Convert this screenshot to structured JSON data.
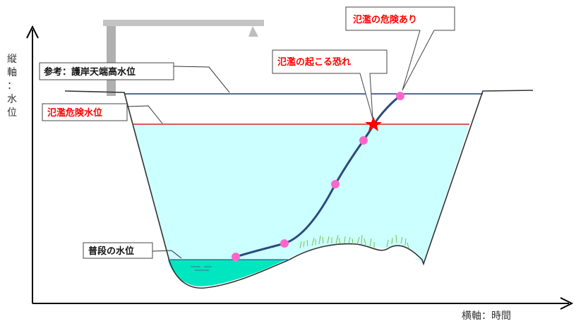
{
  "axes": {
    "y_label": "縦軸：水位",
    "x_label": "横軸：時間"
  },
  "labels": {
    "reference": "参考：護岸天端高水位",
    "danger": "氾濫危険水位",
    "normal": "普段の水位",
    "risk": "氾濫の起こる恐れ",
    "overflow": "氾濫の危険あり"
  },
  "colors": {
    "water": "#ccffff",
    "deep_water": "#00e6c0",
    "danger_line": "#e02020",
    "reference_line": "#1f3a6b",
    "curve": "#2b4a7a",
    "marker": "#ff66cc",
    "star": "#ff0000"
  },
  "icons": {
    "pole": "signal-pole-icon",
    "star": "star-icon",
    "grass": "grass-icon"
  }
}
